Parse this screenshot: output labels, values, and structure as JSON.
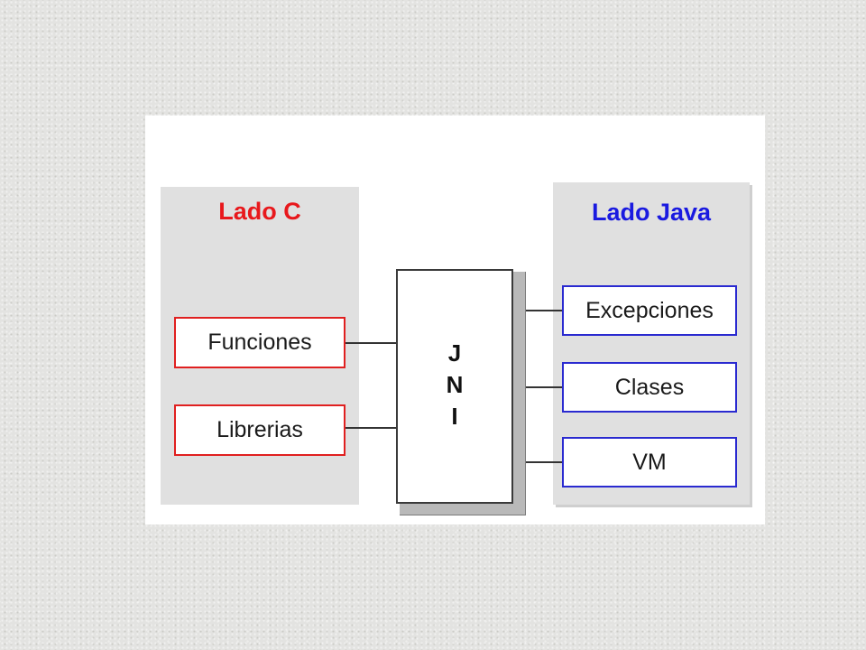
{
  "diagram": {
    "left_panel": {
      "title": "Lado C",
      "title_color": "#e8181c",
      "items": [
        {
          "label": "Funciones"
        },
        {
          "label": "Librerias"
        }
      ]
    },
    "center": {
      "letters": [
        "J",
        "N",
        "I"
      ]
    },
    "right_panel": {
      "title": "Lado Java",
      "title_color": "#1a1ae0",
      "items": [
        {
          "label": "Excepciones"
        },
        {
          "label": "Clases"
        },
        {
          "label": "VM"
        }
      ]
    },
    "colors": {
      "c_border": "#e02020",
      "java_border": "#2a2ad0",
      "panel_bg": "#e0e0e0"
    }
  }
}
